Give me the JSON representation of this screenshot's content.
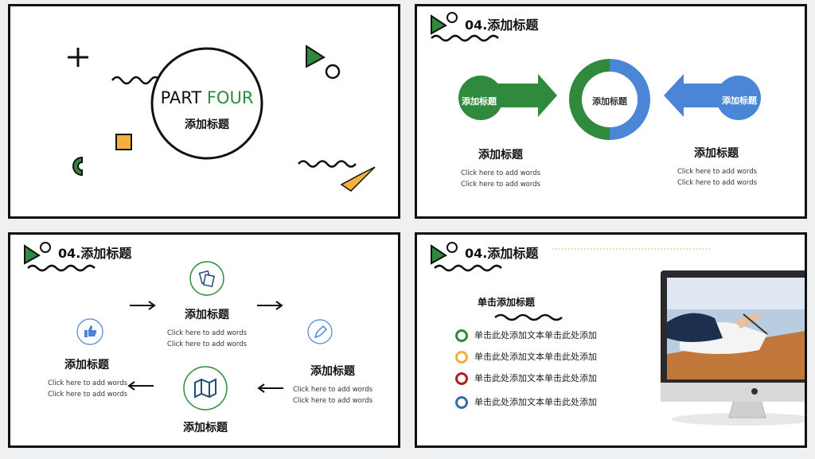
{
  "colors": {
    "green": "#2f8a3e",
    "blue": "#4b86d6",
    "orange": "#f2b03f",
    "red": "#b02020",
    "dark": "#111111"
  },
  "slide1": {
    "part": "PART",
    "four": "FOUR",
    "subtitle": "添加标题"
  },
  "slide2": {
    "header": "04.添加标题",
    "left_label": "添加标题",
    "center_label": "添加标题",
    "right_label": "添加标题",
    "left_title": "添加标题",
    "right_title": "添加标题",
    "line1": "Click here to add words",
    "line2": "Click here to add words"
  },
  "slide3": {
    "header": "04.添加标题",
    "top": {
      "title": "添加标题",
      "l1": "Click here to add words",
      "l2": "Click here to add words",
      "icon": "photos-icon"
    },
    "left": {
      "title": "添加标题",
      "l1": "Click here to add words",
      "l2": "Click here to add words",
      "icon": "thumbs-up-icon"
    },
    "right": {
      "title": "添加标题",
      "l1": "Click here to add words",
      "l2": "Click here to add words",
      "icon": "pencil-icon"
    },
    "bottom": {
      "title": "添加标题",
      "icon": "map-icon"
    }
  },
  "slide4": {
    "header": "04.添加标题",
    "subtitle": "单击添加标题",
    "items": [
      {
        "text": "单击此处添加文本单击此处添加",
        "color": "#2f8a3e"
      },
      {
        "text": "单击此处添加文本单击此处添加",
        "color": "#f2b03f"
      },
      {
        "text": "单击此处添加文本单击此处添加",
        "color": "#b02020"
      },
      {
        "text": "单击此处添加文本单击此处添加",
        "color": "#3a6ea5"
      }
    ]
  }
}
